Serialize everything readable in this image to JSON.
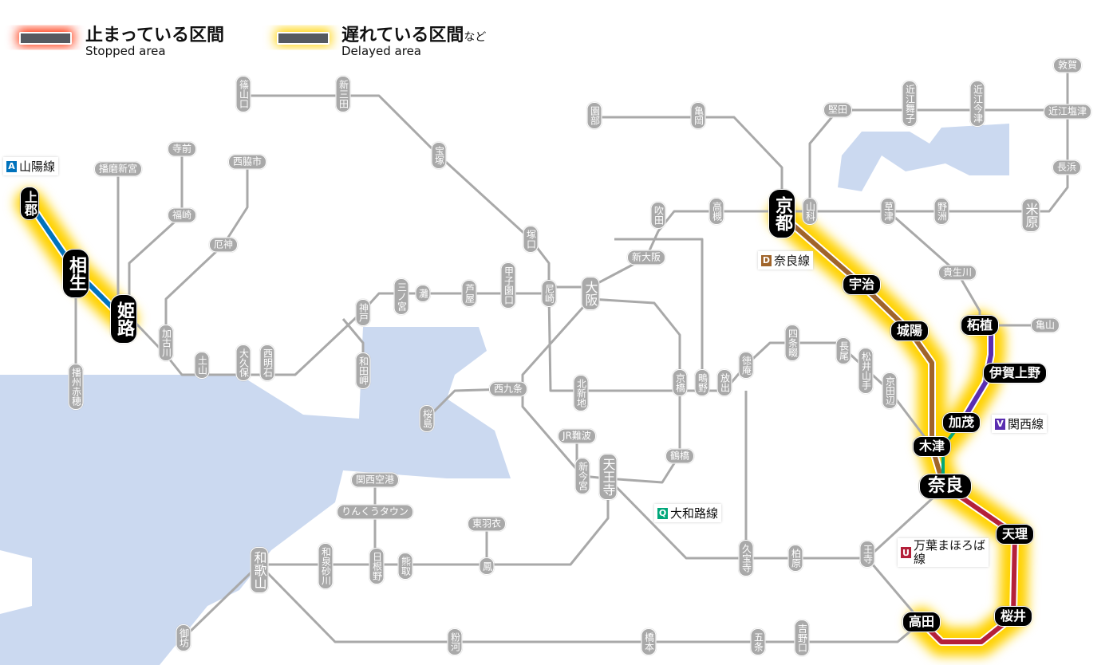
{
  "legend": {
    "stopped": {
      "label_jp": "止まっている区間",
      "label_en": "Stopped area",
      "color": "#ff2a00"
    },
    "delayed": {
      "label_jp": "遅れている区間",
      "label_suffix": "など",
      "label_en": "Delayed area",
      "color": "#ffd200"
    }
  },
  "lines": [
    {
      "symbol": "A",
      "name": "山陽線",
      "color": "#0072bc"
    },
    {
      "symbol": "D",
      "name": "奈良線",
      "color": "#a0642a"
    },
    {
      "symbol": "V",
      "name": "関西線",
      "color": "#5a2db0"
    },
    {
      "symbol": "Q",
      "name": "大和路線",
      "color": "#00a77a"
    },
    {
      "symbol": "U",
      "name": "万葉まほろば線",
      "color": "#b4203a"
    }
  ],
  "stations": [
    {
      "name": "篠山口",
      "status": "normal"
    },
    {
      "name": "新三田",
      "status": "normal"
    },
    {
      "name": "宝塚",
      "status": "normal"
    },
    {
      "name": "塚口",
      "status": "normal"
    },
    {
      "name": "尼崎",
      "status": "normal"
    },
    {
      "name": "甲子園口",
      "status": "normal"
    },
    {
      "name": "芦屋",
      "status": "normal"
    },
    {
      "name": "灘",
      "status": "normal"
    },
    {
      "name": "三ノ宮",
      "status": "normal"
    },
    {
      "name": "神戸",
      "status": "normal"
    },
    {
      "name": "和田岬",
      "status": "normal"
    },
    {
      "name": "西明石",
      "status": "normal"
    },
    {
      "name": "大久保",
      "status": "normal"
    },
    {
      "name": "土山",
      "status": "normal"
    },
    {
      "name": "加古川",
      "status": "normal"
    },
    {
      "name": "厄神",
      "status": "normal"
    },
    {
      "name": "西脇市",
      "status": "normal"
    },
    {
      "name": "寺前",
      "status": "normal"
    },
    {
      "name": "福崎",
      "status": "normal"
    },
    {
      "name": "播磨新宮",
      "status": "normal"
    },
    {
      "name": "播州赤穂",
      "status": "normal"
    },
    {
      "name": "大阪",
      "status": "normal"
    },
    {
      "name": "新大阪",
      "status": "normal"
    },
    {
      "name": "吹田",
      "status": "normal"
    },
    {
      "name": "高槻",
      "status": "normal"
    },
    {
      "name": "山科",
      "status": "normal"
    },
    {
      "name": "草津",
      "status": "normal"
    },
    {
      "name": "野洲",
      "status": "normal"
    },
    {
      "name": "米原",
      "status": "normal"
    },
    {
      "name": "長浜",
      "status": "normal"
    },
    {
      "name": "近江塩津",
      "status": "normal"
    },
    {
      "name": "敦賀",
      "status": "normal"
    },
    {
      "name": "堅田",
      "status": "normal"
    },
    {
      "name": "近江舞子",
      "status": "normal"
    },
    {
      "name": "近江今津",
      "status": "normal"
    },
    {
      "name": "園部",
      "status": "normal"
    },
    {
      "name": "亀岡",
      "status": "normal"
    },
    {
      "name": "貴生川",
      "status": "normal"
    },
    {
      "name": "亀山",
      "status": "normal"
    },
    {
      "name": "北新地",
      "status": "normal"
    },
    {
      "name": "京橋",
      "status": "normal"
    },
    {
      "name": "鴫野",
      "status": "normal"
    },
    {
      "name": "放出",
      "status": "normal"
    },
    {
      "name": "徳庵",
      "status": "normal"
    },
    {
      "name": "四条畷",
      "status": "normal"
    },
    {
      "name": "長尾",
      "status": "normal"
    },
    {
      "name": "松井山手",
      "status": "normal"
    },
    {
      "name": "京田辺",
      "status": "normal"
    },
    {
      "name": "西九条",
      "status": "normal"
    },
    {
      "name": "桜島",
      "status": "normal"
    },
    {
      "name": "JR難波",
      "status": "normal"
    },
    {
      "name": "新今宮",
      "status": "normal"
    },
    {
      "name": "天王寺",
      "status": "normal"
    },
    {
      "name": "鶴橋",
      "status": "normal"
    },
    {
      "name": "久宝寺",
      "status": "normal"
    },
    {
      "name": "柏原",
      "status": "normal"
    },
    {
      "name": "王寺",
      "status": "normal"
    },
    {
      "name": "関西空港",
      "status": "normal"
    },
    {
      "name": "りんくうタウン",
      "status": "normal"
    },
    {
      "name": "東羽衣",
      "status": "normal"
    },
    {
      "name": "鳳",
      "status": "normal"
    },
    {
      "name": "熊取",
      "status": "normal"
    },
    {
      "name": "日根野",
      "status": "normal"
    },
    {
      "name": "和泉砂川",
      "status": "normal"
    },
    {
      "name": "和歌山",
      "status": "normal"
    },
    {
      "name": "御坊",
      "status": "normal"
    },
    {
      "name": "粉河",
      "status": "normal"
    },
    {
      "name": "橋本",
      "status": "normal"
    },
    {
      "name": "五条",
      "status": "normal"
    },
    {
      "name": "吉野口",
      "status": "normal"
    },
    {
      "name": "上郡",
      "status": "delayed"
    },
    {
      "name": "相生",
      "status": "delayed"
    },
    {
      "name": "姫路",
      "status": "delayed"
    },
    {
      "name": "京都",
      "status": "delayed"
    },
    {
      "name": "宇治",
      "status": "delayed"
    },
    {
      "name": "城陽",
      "status": "delayed"
    },
    {
      "name": "木津",
      "status": "delayed"
    },
    {
      "name": "奈良",
      "status": "delayed"
    },
    {
      "name": "天理",
      "status": "delayed"
    },
    {
      "name": "桜井",
      "status": "delayed"
    },
    {
      "name": "高田",
      "status": "delayed"
    },
    {
      "name": "柘植",
      "status": "delayed"
    },
    {
      "name": "伊賀上野",
      "status": "delayed"
    },
    {
      "name": "加茂",
      "status": "delayed"
    }
  ]
}
